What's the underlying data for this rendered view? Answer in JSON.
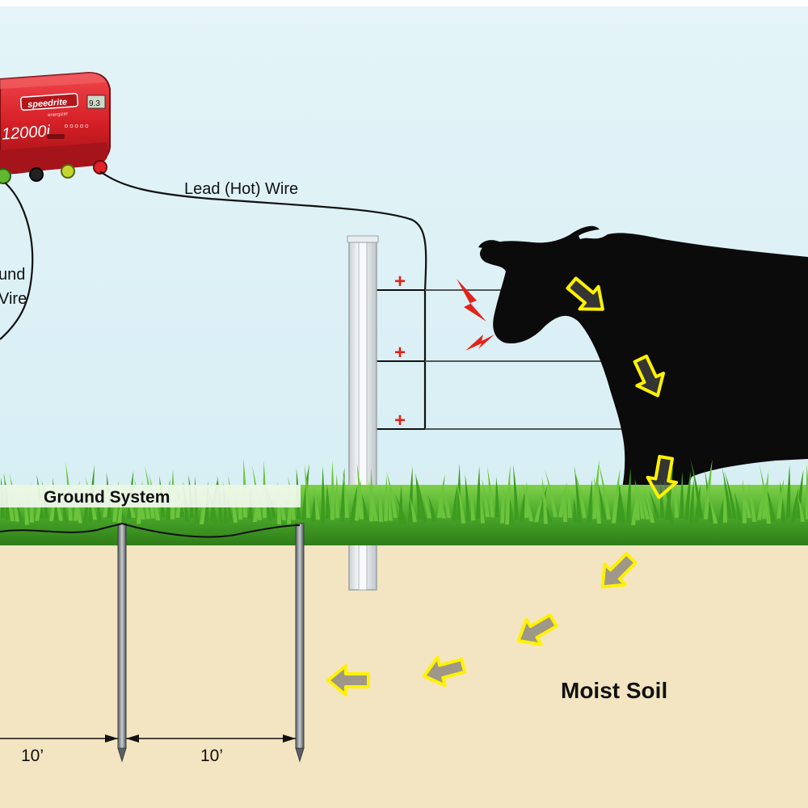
{
  "energizer": {
    "brand": "speedrite",
    "model": "12000i",
    "display": "9.3",
    "small_print": "energizer",
    "button_row": "ᴼ ᴼ ᴼ ᴼ ᴼ"
  },
  "labels": {
    "lead_wire": "Lead (Hot) Wire",
    "ground_wire_line1": "und",
    "ground_wire_line2": "Vire",
    "ground_system": "Ground System",
    "moist_soil": "Moist Soil",
    "spacing_1": "10’",
    "spacing_2": "10’",
    "plus_1": "+",
    "plus_2": "+",
    "plus_3": "+"
  },
  "colors": {
    "sky": "#dff1f5",
    "soil": "#f3e5c1",
    "energizer_red": "#d51f26",
    "arrow_yellow": "#fff200",
    "spark_red": "#e2231a",
    "grass_green": "#3d9b1f"
  },
  "icons": {
    "spark": "lightning-bolt-icon",
    "flow_arrow": "current-flow-arrow-icon"
  }
}
